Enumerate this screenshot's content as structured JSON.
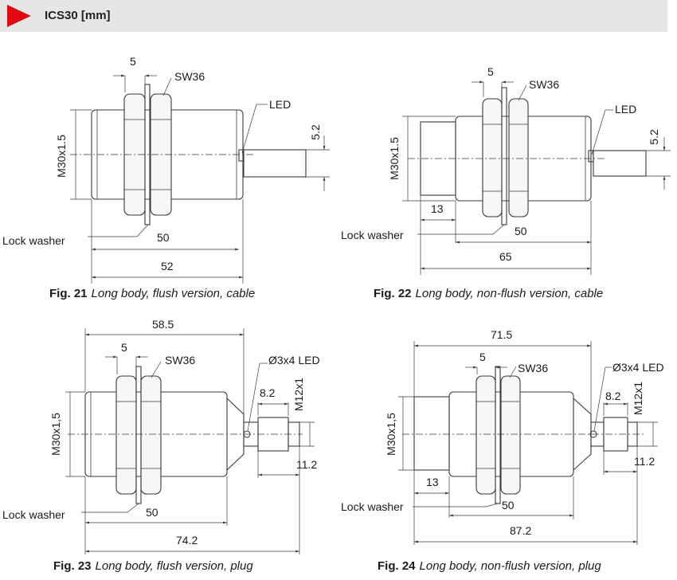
{
  "header": {
    "title": "ICS30 [mm]",
    "accent_color": "#e30613",
    "bar_color": "#e6e6e6"
  },
  "figures": [
    {
      "id": "fig21",
      "caption_prefix": "Fig. 21",
      "caption": "Long body, flush version, cable",
      "dims": {
        "nut_width": "5",
        "wrench": "SW36",
        "led": "LED",
        "thread": "M30x1.5",
        "cable": "5.2",
        "length_a": "50",
        "length_b": "52"
      },
      "lock_washer": "Lock washer"
    },
    {
      "id": "fig22",
      "caption_prefix": "Fig. 22",
      "caption": "Long body, non-flush version, cable",
      "dims": {
        "nut_width": "5",
        "wrench": "SW36",
        "led": "LED",
        "thread": "M30x1.5",
        "cable": "5.2",
        "front": "13",
        "length_a": "50",
        "length_b": "65"
      },
      "lock_washer": "Lock washer"
    },
    {
      "id": "fig23",
      "caption_prefix": "Fig. 23",
      "caption": "Long body, flush version, plug",
      "dims": {
        "overall": "58.5",
        "nut_width": "5",
        "wrench": "SW36",
        "led": "Ø3x4 LED",
        "thread": "M30x1,5",
        "plug_len": "8.2",
        "plug_thread": "M12x1",
        "plug_dia": "11.2",
        "length_a": "50",
        "length_b": "74.2"
      },
      "lock_washer": "Lock washer"
    },
    {
      "id": "fig24",
      "caption_prefix": "Fig. 24",
      "caption": "Long body, non-flush version, plug",
      "dims": {
        "overall": "71.5",
        "nut_width": "5",
        "wrench": "SW36",
        "led": "Ø3x4 LED",
        "thread": "M30x1,5",
        "plug_len": "8.2",
        "plug_thread": "M12x1",
        "plug_dia": "11.2",
        "front": "13",
        "length_a": "50",
        "length_b": "87.2"
      },
      "lock_washer": "Lock washer"
    }
  ]
}
